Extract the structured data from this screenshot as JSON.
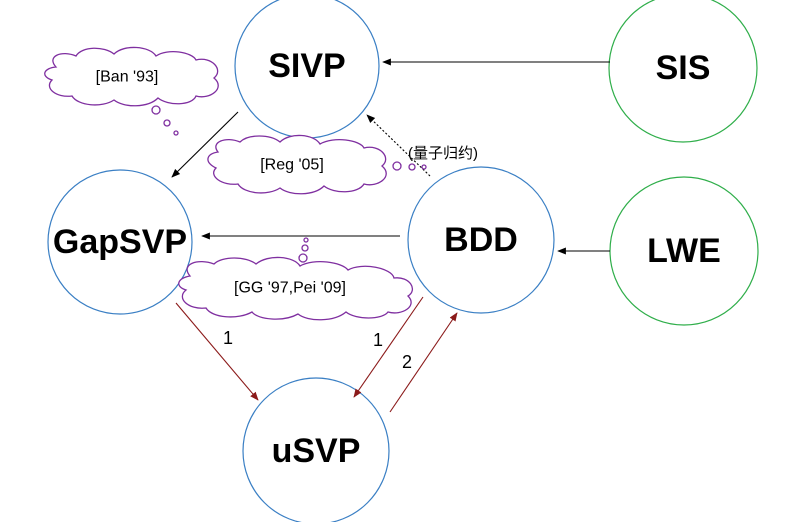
{
  "nodes": {
    "sivp": "SIVP",
    "sis": "SIS",
    "gapsvp": "GapSVP",
    "bdd": "BDD",
    "lwe": "LWE",
    "usvp": "uSVP"
  },
  "clouds": {
    "ban93": "[Ban '93]",
    "reg05": "[Reg '05]",
    "gg97_pei09": "[GG '97,Pei '09]"
  },
  "edge_labels": {
    "gapsvp_to_usvp": "1",
    "bdd_to_usvp": "1",
    "usvp_to_bdd": "2"
  },
  "notes": {
    "quantum_reduction": "(量子归约)"
  },
  "colors": {
    "blue_node": "#3a7fc4",
    "green_node": "#2fae4a",
    "dark_red_edge": "#8b1a1a",
    "cloud_stroke": "#7f2fa0",
    "black_edge": "#000000"
  }
}
